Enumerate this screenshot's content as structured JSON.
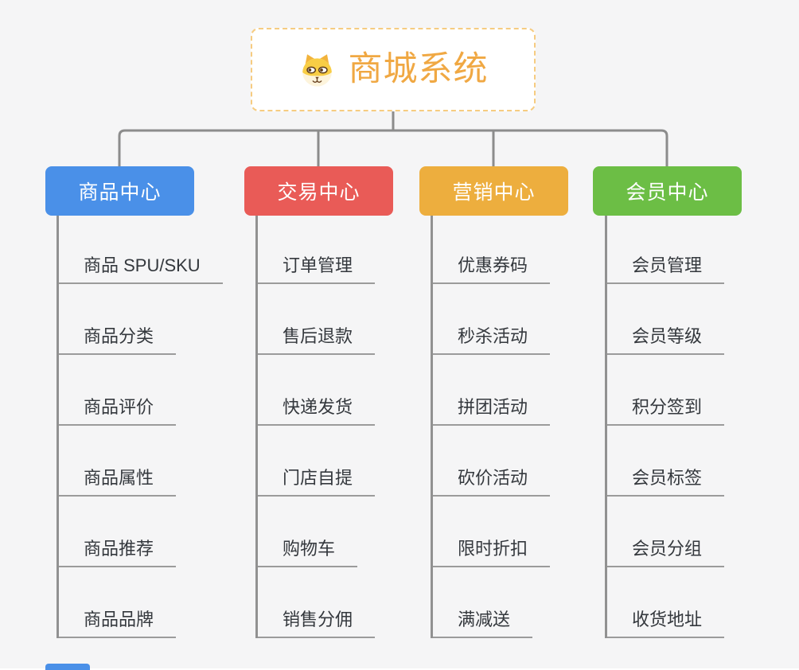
{
  "canvas": {
    "background": "#F5F5F6"
  },
  "root_node": {
    "title": "商城系统",
    "icon": "shiba-dog-icon",
    "title_color": "#F0A843",
    "border_color": "#F6CC81",
    "background": "#FFFFFF"
  },
  "connectors": {
    "color": "#8C8C8C"
  },
  "branches": [
    {
      "label": "商品中心",
      "color": "#4A90E8",
      "items": [
        "商品 SPU/SKU",
        "商品分类",
        "商品评价",
        "商品属性",
        "商品推荐",
        "商品品牌"
      ]
    },
    {
      "label": "交易中心",
      "color": "#E95B57",
      "items": [
        "订单管理",
        "售后退款",
        "快递发货",
        "门店自提",
        "购物车",
        "销售分佣"
      ]
    },
    {
      "label": "营销中心",
      "color": "#EDAE3E",
      "items": [
        "优惠券码",
        "秒杀活动",
        "拼团活动",
        "砍价活动",
        "限时折扣",
        "满减送"
      ]
    },
    {
      "label": "会员中心",
      "color": "#6CBE45",
      "items": [
        "会员管理",
        "会员等级",
        "积分签到",
        "会员标签",
        "会员分组",
        "收货地址"
      ]
    }
  ],
  "cutoff_fragment": {
    "color": "#4A90E8"
  }
}
